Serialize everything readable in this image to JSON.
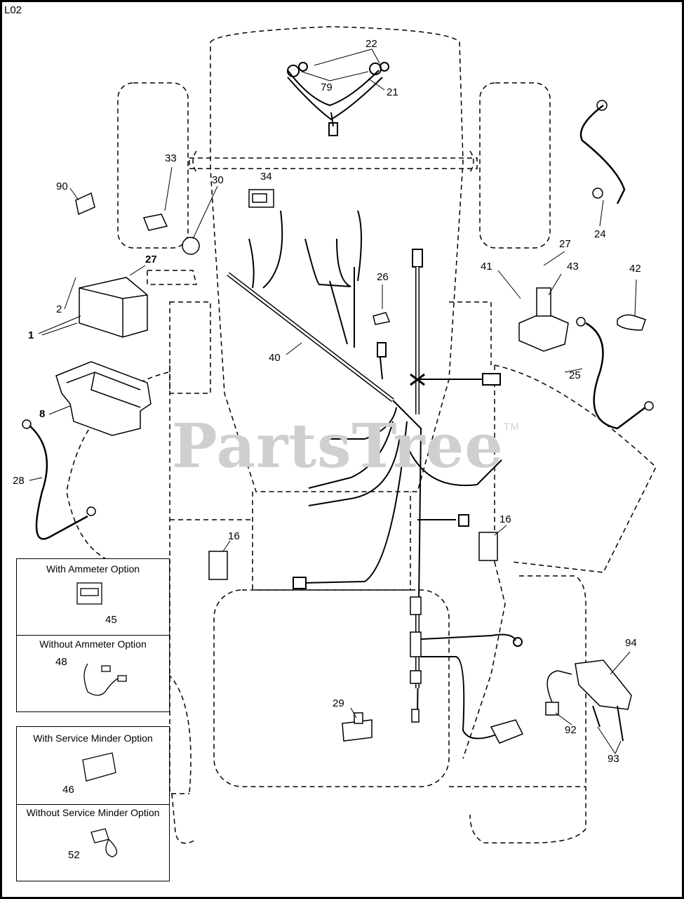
{
  "page_code": "L02",
  "watermark": {
    "text": "PartsTree",
    "mark": "TM"
  },
  "callouts": [
    {
      "id": "c22",
      "text": "22"
    },
    {
      "id": "c79",
      "text": "79"
    },
    {
      "id": "c21",
      "text": "21"
    },
    {
      "id": "c33",
      "text": "33"
    },
    {
      "id": "c30",
      "text": "30"
    },
    {
      "id": "c34",
      "text": "34"
    },
    {
      "id": "c90",
      "text": "90"
    },
    {
      "id": "c24",
      "text": "24"
    },
    {
      "id": "c27a",
      "text": "27"
    },
    {
      "id": "c27b",
      "text": "27"
    },
    {
      "id": "c41",
      "text": "41"
    },
    {
      "id": "c43",
      "text": "43"
    },
    {
      "id": "c42",
      "text": "42"
    },
    {
      "id": "c2",
      "text": "2"
    },
    {
      "id": "c1",
      "text": "1"
    },
    {
      "id": "c26",
      "text": "26"
    },
    {
      "id": "c40",
      "text": "40"
    },
    {
      "id": "c25",
      "text": "25"
    },
    {
      "id": "c8",
      "text": "8"
    },
    {
      "id": "c28",
      "text": "28"
    },
    {
      "id": "c16a",
      "text": "16"
    },
    {
      "id": "c16b",
      "text": "16"
    },
    {
      "id": "c94",
      "text": "94"
    },
    {
      "id": "c29",
      "text": "29"
    },
    {
      "id": "c92",
      "text": "92"
    },
    {
      "id": "c93",
      "text": "93"
    }
  ],
  "option_boxes": [
    {
      "title": "With Ammeter Option",
      "part": "45"
    },
    {
      "title": "Without Ammeter Option",
      "part": "48"
    },
    {
      "title": "With Service Minder Option",
      "part": "46"
    },
    {
      "title": "Without Service Minder Option",
      "part": "52"
    }
  ]
}
